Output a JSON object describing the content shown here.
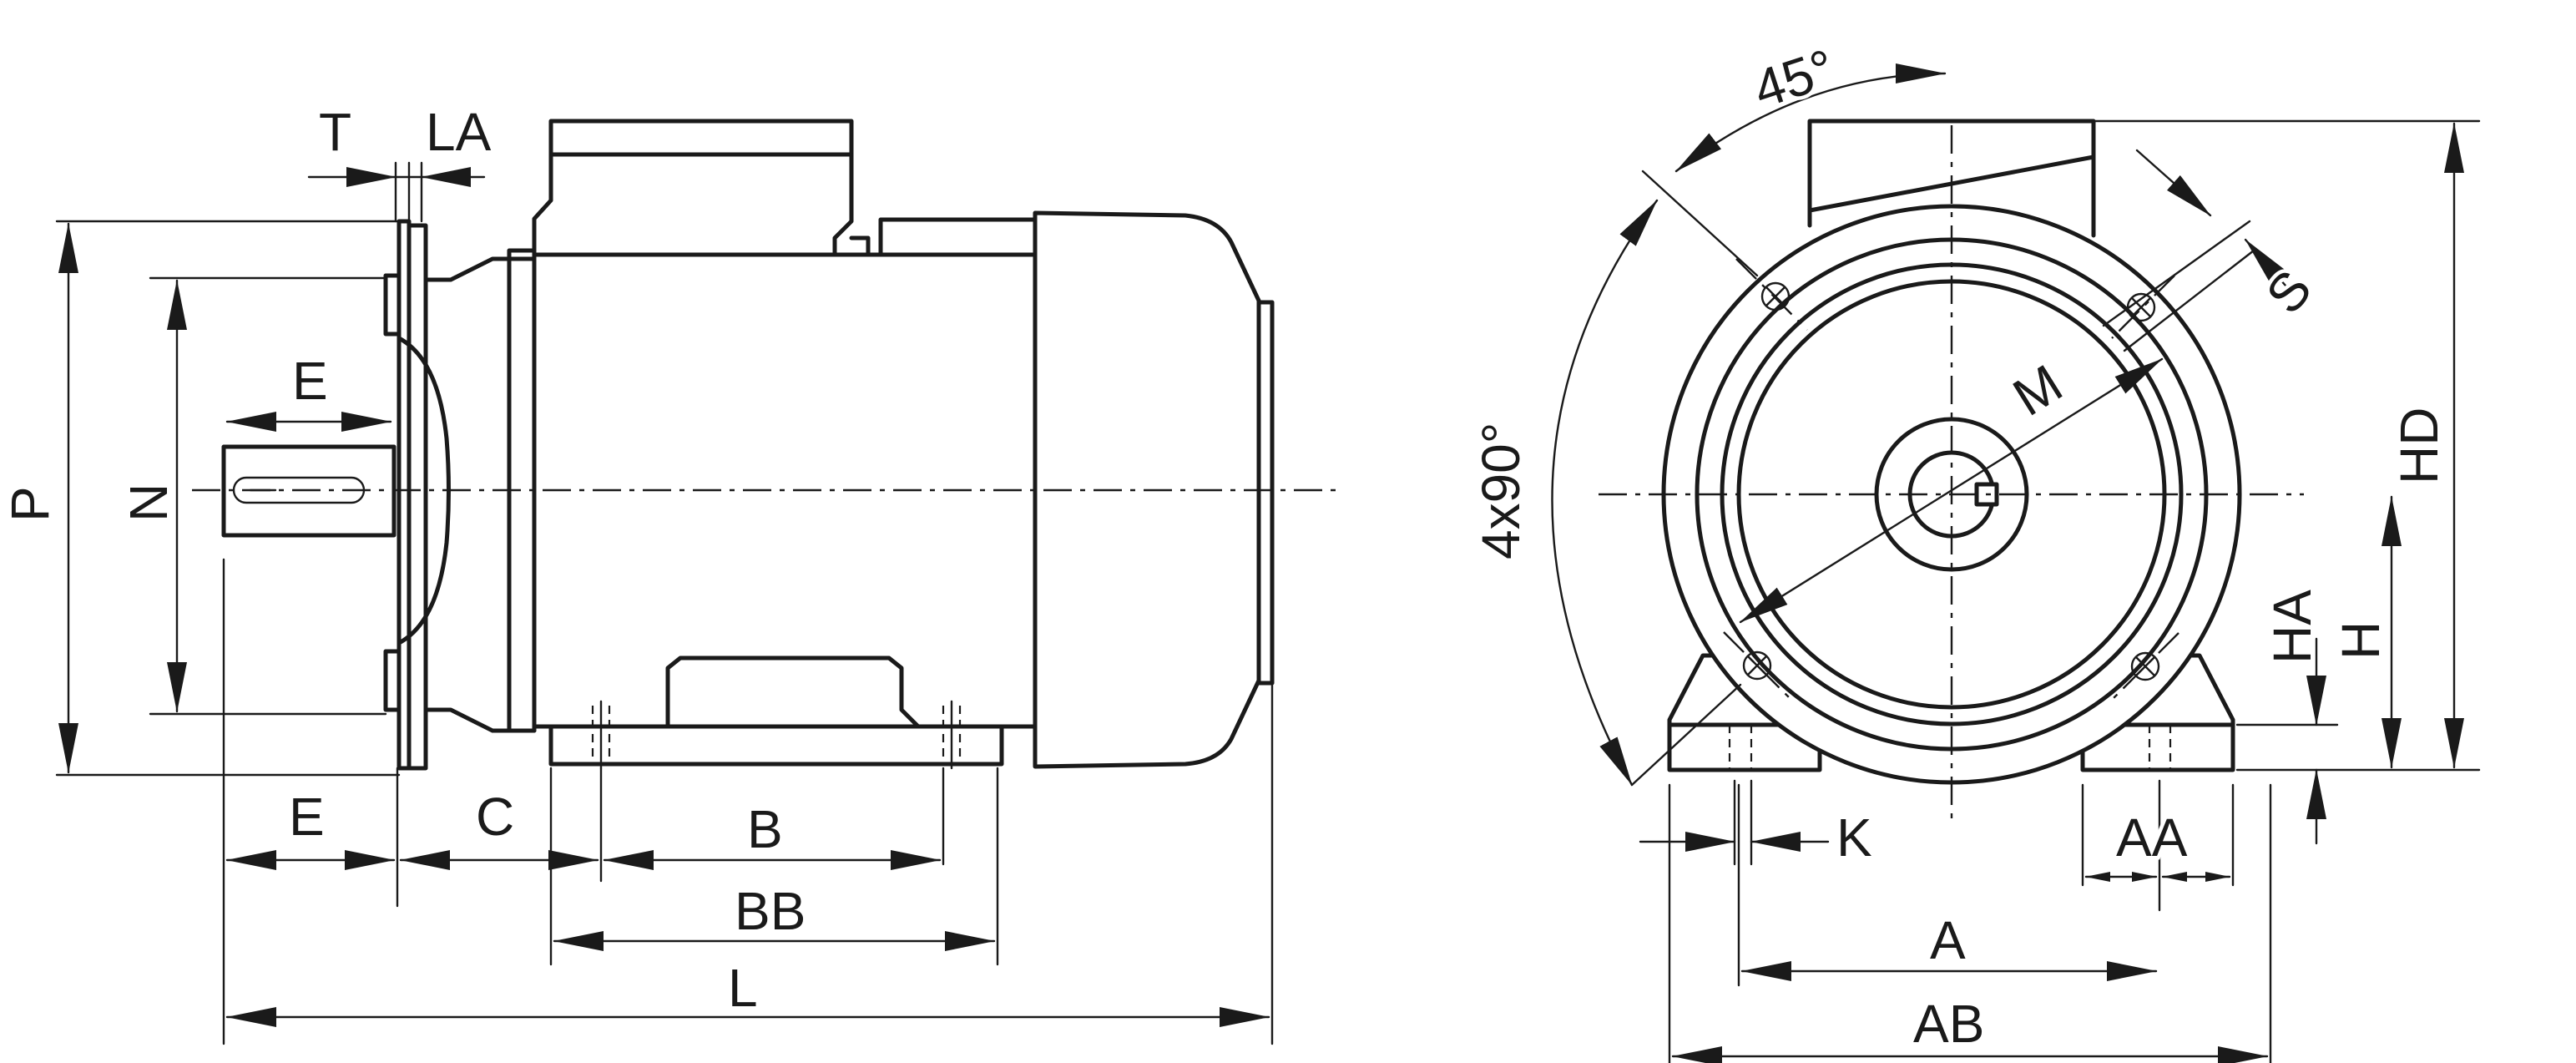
{
  "views": {
    "side": {
      "labels": {
        "T": "T",
        "LA": "LA",
        "P": "P",
        "N": "N",
        "E_shaft": "E",
        "E_bottom": "E",
        "C": "C",
        "B": "B",
        "BB": "BB",
        "L": "L"
      }
    },
    "front": {
      "labels": {
        "angle45": "45°",
        "angle4x90": "4x90°",
        "S": "S",
        "M": "M",
        "HD": "HD",
        "HA": "HA",
        "H": "H",
        "K": "K",
        "AA": "AA",
        "A": "A",
        "AB": "AB"
      }
    }
  },
  "colors": {
    "line": "#1a1a1a",
    "background": "#ffffff"
  }
}
